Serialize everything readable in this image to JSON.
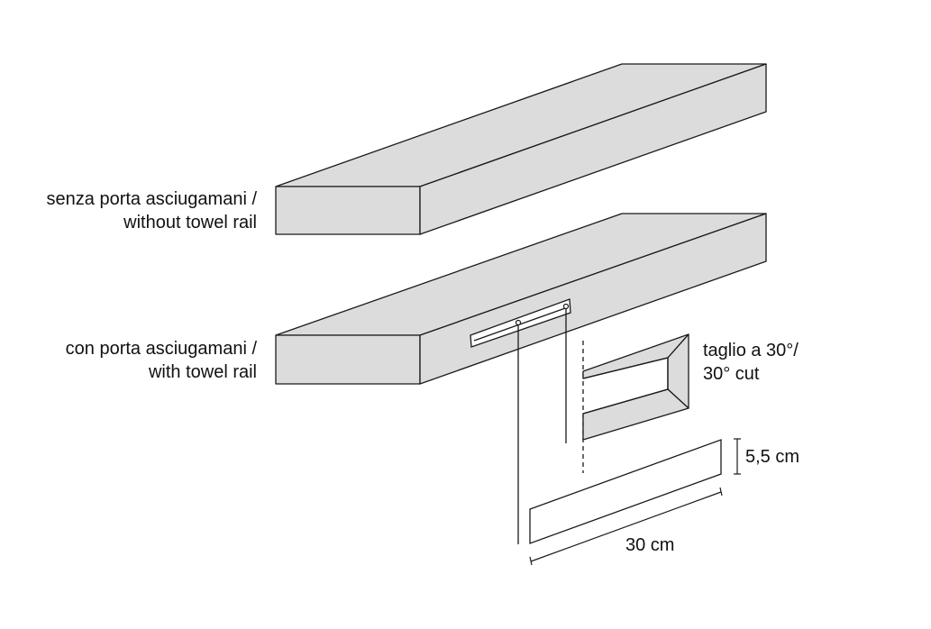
{
  "labels": {
    "without_rail_it": "senza porta asciugamani /",
    "without_rail_en": "without towel rail",
    "with_rail_it": "con porta asciugamani /",
    "with_rail_en": "with towel rail",
    "cut_it": "taglio a 30°/",
    "cut_en": "30° cut",
    "height_dim": "5,5 cm",
    "width_dim": "30 cm"
  },
  "colors": {
    "surface": "#dcdcdc",
    "line": "#1a1a1a",
    "text": "#111111"
  }
}
